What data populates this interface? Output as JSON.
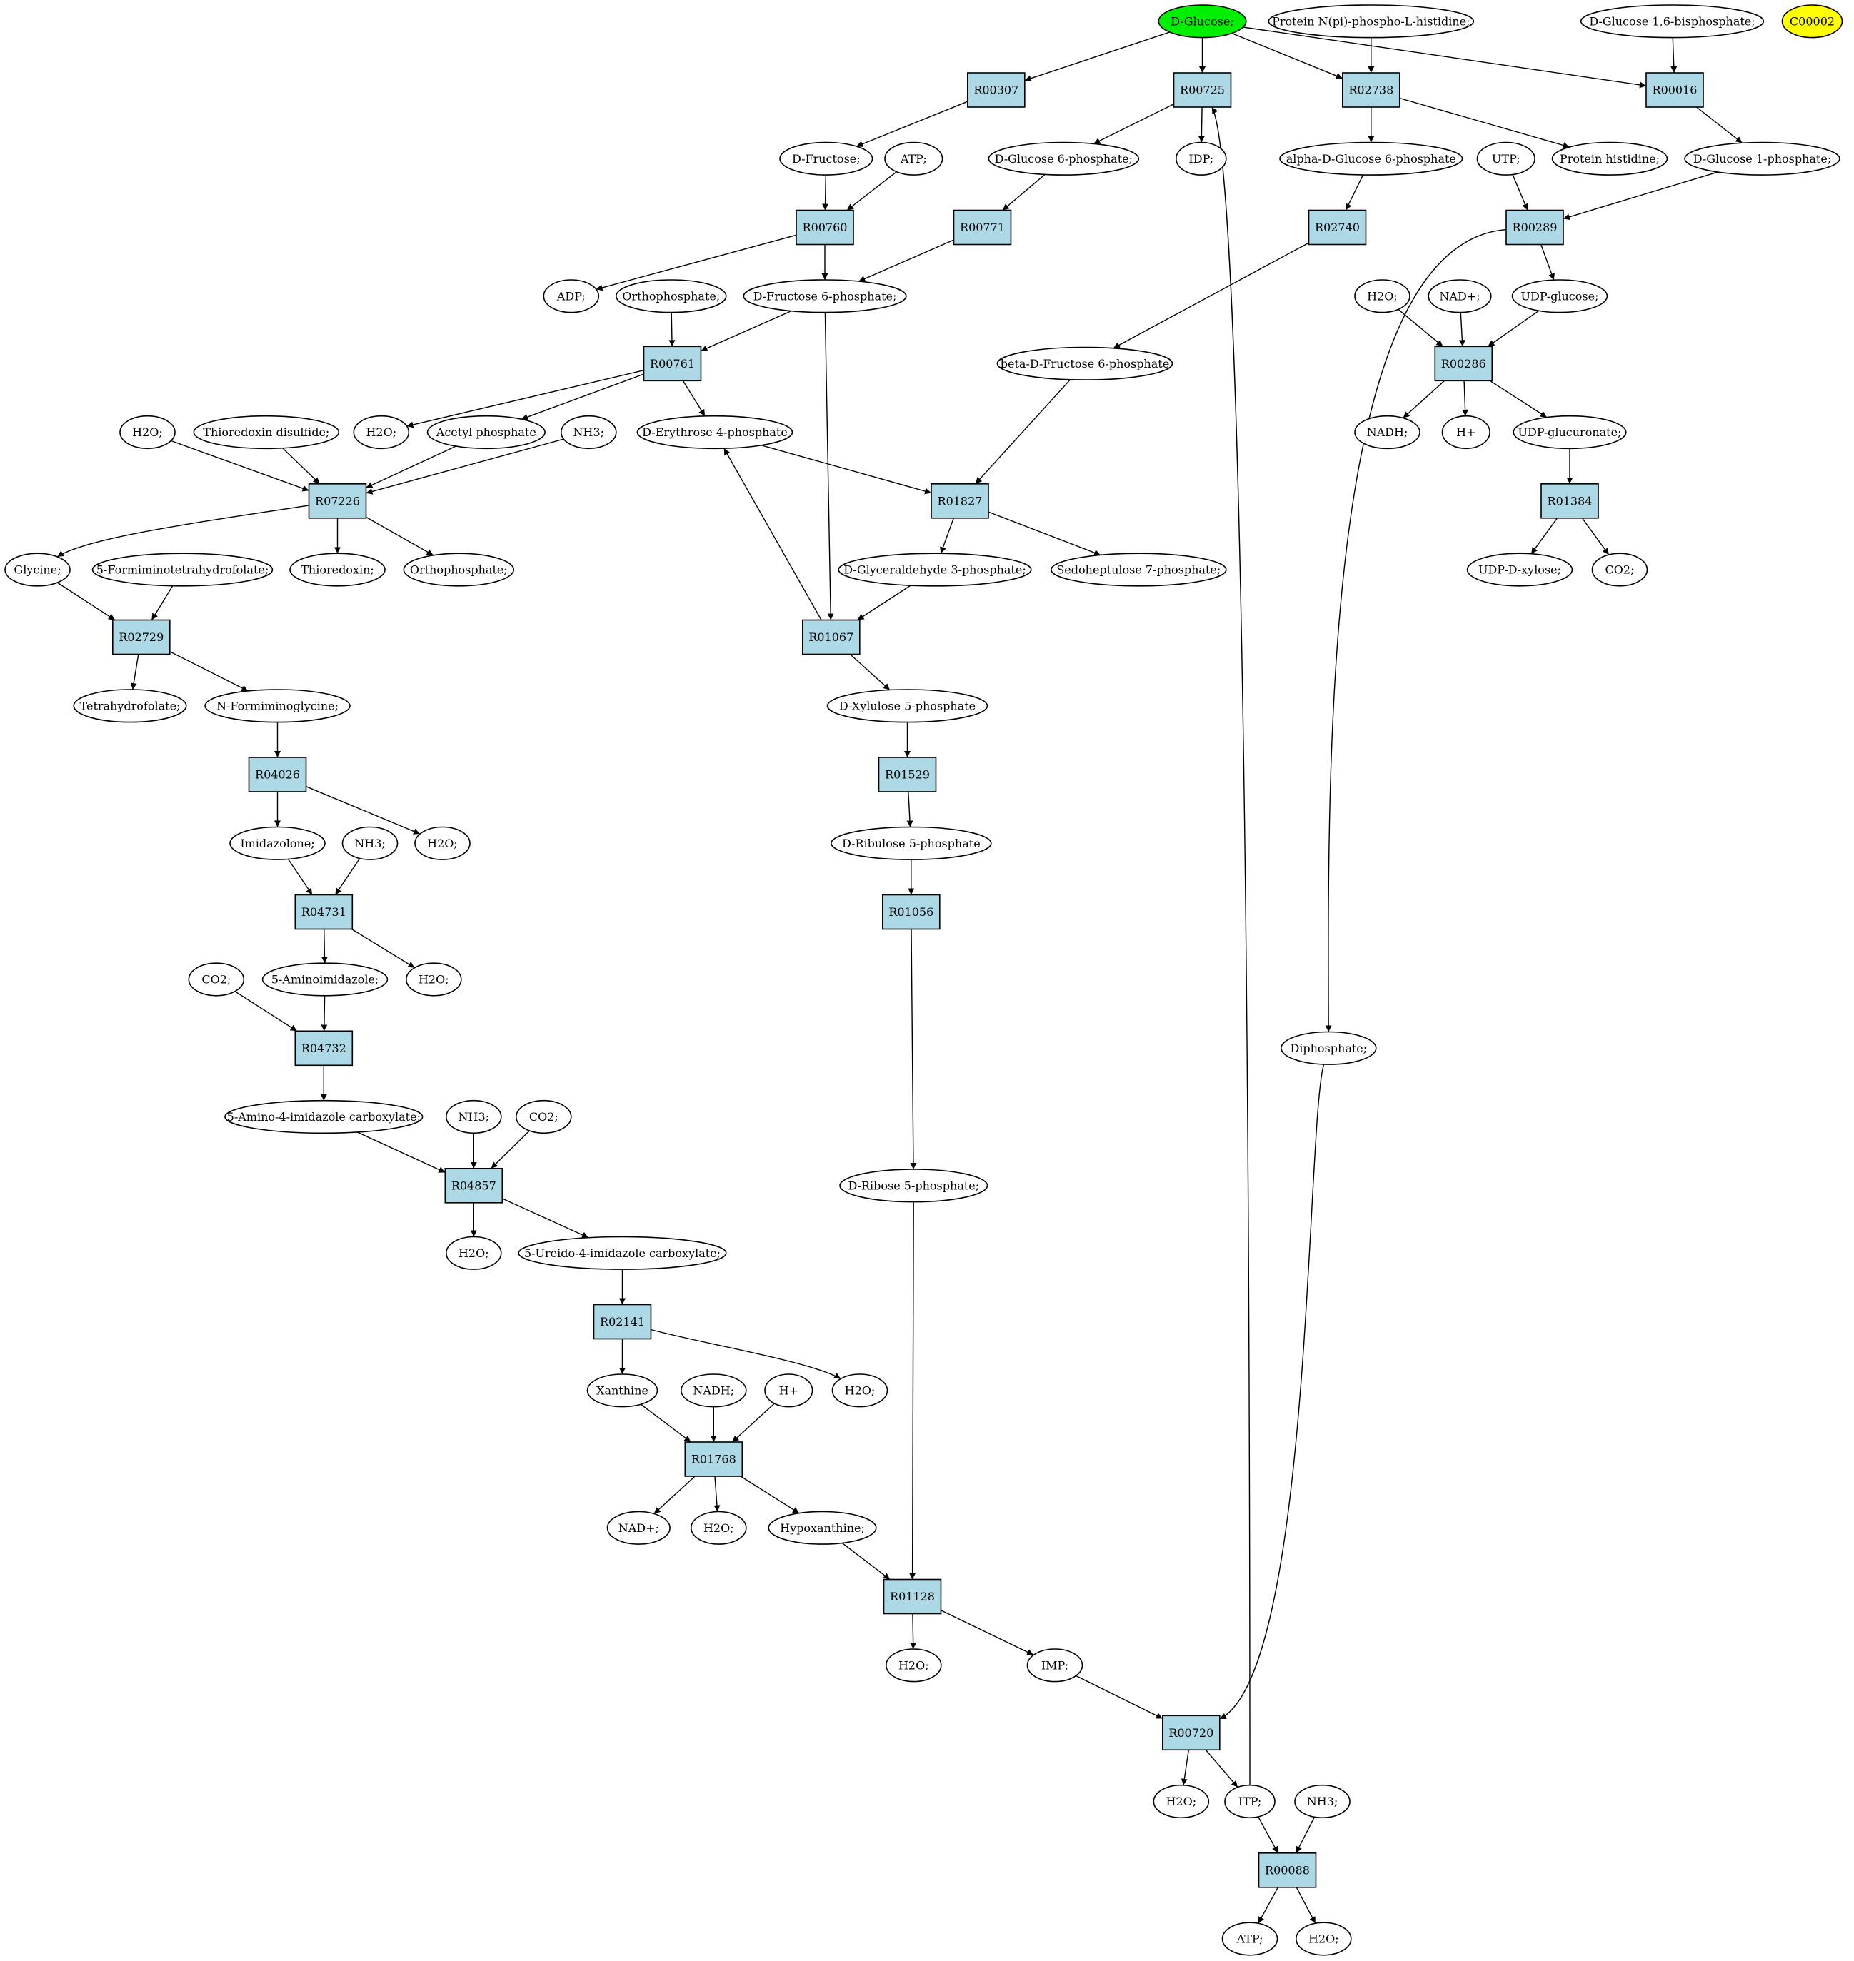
{
  "colors": {
    "reaction_fill": "#add8e6",
    "metabolite_fill": "#ffffff",
    "highlight_green": "#00ee00",
    "highlight_yellow": "#ffff00",
    "edge": "#000000"
  },
  "reactions": {
    "r00307": "R00307",
    "r00725": "R00725",
    "r02738": "R02738",
    "r00016": "R00016",
    "r00760": "R00760",
    "r00771": "R00771",
    "r02740": "R02740",
    "r00289": "R00289",
    "r00761": "R00761",
    "r00286": "R00286",
    "r07226": "R07226",
    "r01827": "R01827",
    "r01384": "R01384",
    "r02729": "R02729",
    "r01067": "R01067",
    "r04026": "R04026",
    "r01529": "R01529",
    "r04731": "R04731",
    "r01056": "R01056",
    "r04732": "R04732",
    "r04857": "R04857",
    "r02141": "R02141",
    "r01768": "R01768",
    "r01128": "R01128",
    "r00720": "R00720",
    "r00088": "R00088"
  },
  "metabolites": {
    "glucose": "D-Glucose;",
    "protein_phospho_his": "Protein N(pi)-phospho-L-histidine;",
    "glucose_16bp": "D-Glucose 1,6-bisphosphate;",
    "c00002": "C00002",
    "fructose": "D-Fructose;",
    "atp_a": "ATP;",
    "glucose6p": "D-Glucose 6-phosphate;",
    "idp": "IDP;",
    "alpha_glucose6p": "alpha-D-Glucose 6-phosphate",
    "utp": "UTP;",
    "protein_his": "Protein histidine;",
    "glucose1p": "D-Glucose 1-phosphate;",
    "adp": "ADP;",
    "orthophosphate_a": "Orthophosphate;",
    "fructose6p": "D-Fructose 6-phosphate;",
    "h2o_a": "H2O;",
    "nadp_a": "NAD+;",
    "udp_glucose": "UDP-glucose;",
    "beta_fructose6p": "beta-D-Fructose 6-phosphate",
    "h2o_b": "H2O;",
    "thioredoxin_disulfide": "Thioredoxin disulfide;",
    "h2o_c": "H2O;",
    "acetyl_phosphate": "Acetyl phosphate",
    "nh3_a": "NH3;",
    "erythrose4p": "D-Erythrose 4-phosphate",
    "nadh_a": "NADH;",
    "hplus_a": "H+",
    "udp_glucuronate": "UDP-glucuronate;",
    "glycine": "Glycine;",
    "formiminothf": "5-Formiminotetrahydrofolate;",
    "thioredoxin": "Thioredoxin;",
    "orthophosphate_b": "Orthophosphate;",
    "g3p": "D-Glyceraldehyde 3-phosphate;",
    "sedoheptulose7p": "Sedoheptulose 7-phosphate;",
    "udp_xylose": "UDP-D-xylose;",
    "co2_a": "CO2;",
    "thf": "Tetrahydrofolate;",
    "formiminoglycine": "N-Formiminoglycine;",
    "xylulose5p": "D-Xylulose 5-phosphate",
    "imidazolone": "Imidazolone;",
    "nh3_b": "NH3;",
    "h2o_d": "H2O;",
    "ribulose5p": "D-Ribulose 5-phosphate",
    "aminoimidazole": "5-Aminoimidazole;",
    "h2o_e": "H2O;",
    "co2_b": "CO2;",
    "diphosphate": "Diphosphate;",
    "aica": "5-Amino-4-imidazole carboxylate;",
    "nh3_c": "NH3;",
    "co2_c": "CO2;",
    "ribose5p": "D-Ribose 5-phosphate;",
    "h2o_f": "H2O;",
    "ureido": "5-Ureido-4-imidazole carboxylate;",
    "xanthine": "Xanthine",
    "nadh_b": "NADH;",
    "hplus_b": "H+",
    "h2o_g": "H2O;",
    "nadp_b": "NAD+;",
    "h2o_h": "H2O;",
    "hypoxanthine": "Hypoxanthine;",
    "h2o_i": "H2O;",
    "imp": "IMP;",
    "h2o_j": "H2O;",
    "itp": "ITP;",
    "nh3_d": "NH3;",
    "atp_b": "ATP;",
    "h2o_k": "H2O;"
  }
}
